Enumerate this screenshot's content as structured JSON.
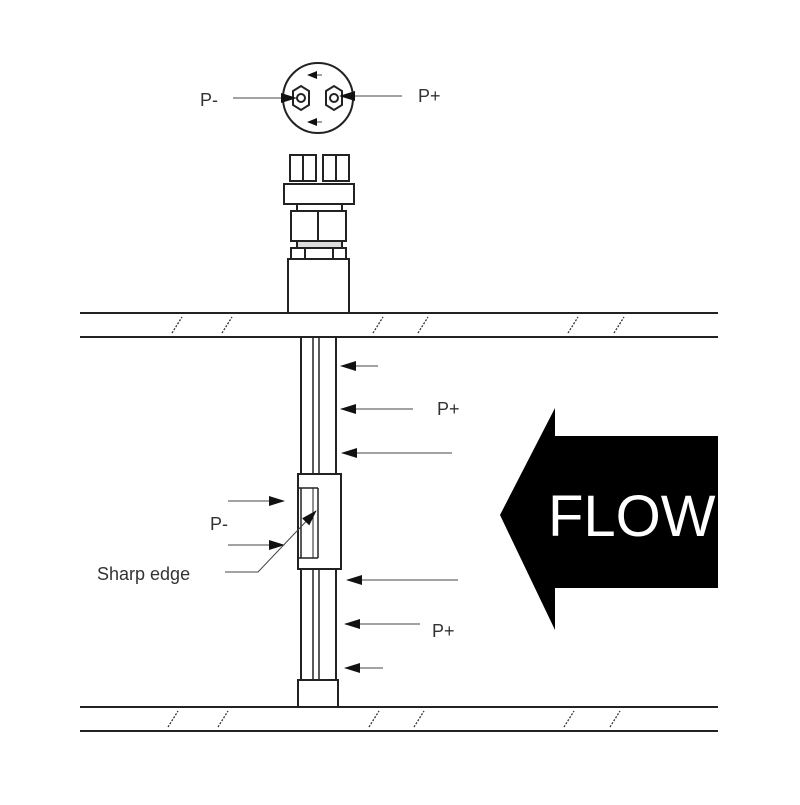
{
  "diagram": {
    "top_view": {
      "left_label": "P-",
      "right_label": "P+"
    },
    "probe": {
      "upstream_label_top": "P+",
      "upstream_label_bottom": "P+",
      "downstream_label": "P-",
      "sharp_edge_label": "Sharp edge"
    },
    "flow_arrow": {
      "label": "FLOW",
      "color": "#000000"
    }
  }
}
